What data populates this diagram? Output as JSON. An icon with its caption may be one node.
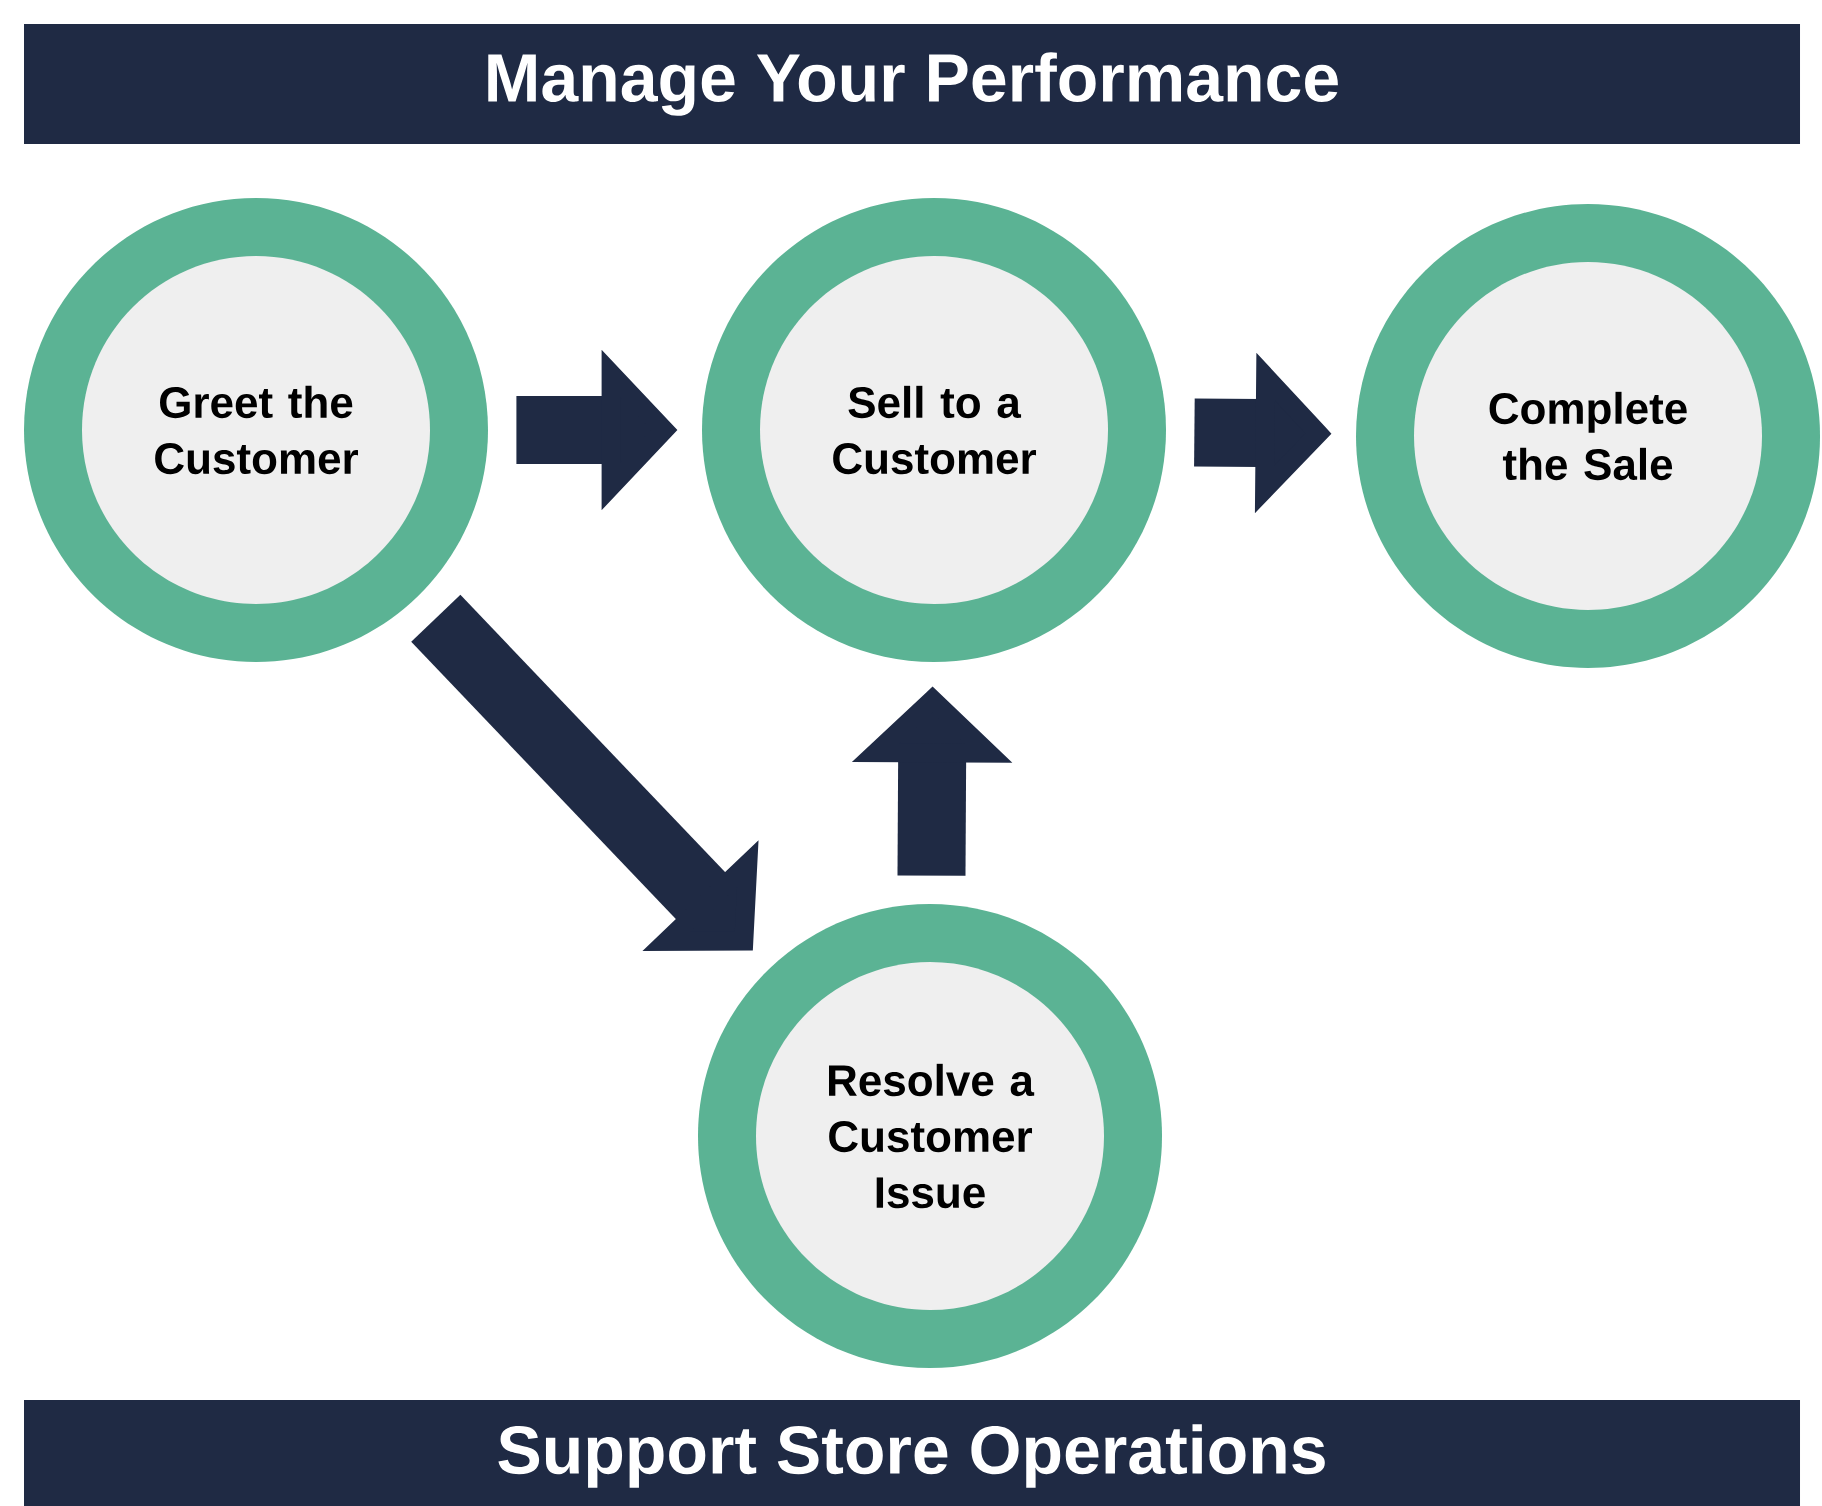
{
  "diagram": {
    "title": "Manage Your Performance",
    "caption": "Support Store Operations",
    "nodes": [
      {
        "text": [
          "Greet the Customer"
        ]
      },
      {
        "text": [
          "Sell to a Customer"
        ]
      },
      {
        "text": [
          "Complete the Sale"
        ]
      },
      {
        "text": [
          "Resolve a Customer Issue"
        ]
      }
    ],
    "edges": [
      {
        "from": 0,
        "to": 1,
        "arrow": "to"
      },
      {
        "from": 1,
        "to": 2,
        "arrow": "to"
      },
      {
        "from": 0,
        "to": 3,
        "arrow": "to"
      },
      {
        "from": 3,
        "to": 1,
        "arrow": "to"
      }
    ]
  }
}
